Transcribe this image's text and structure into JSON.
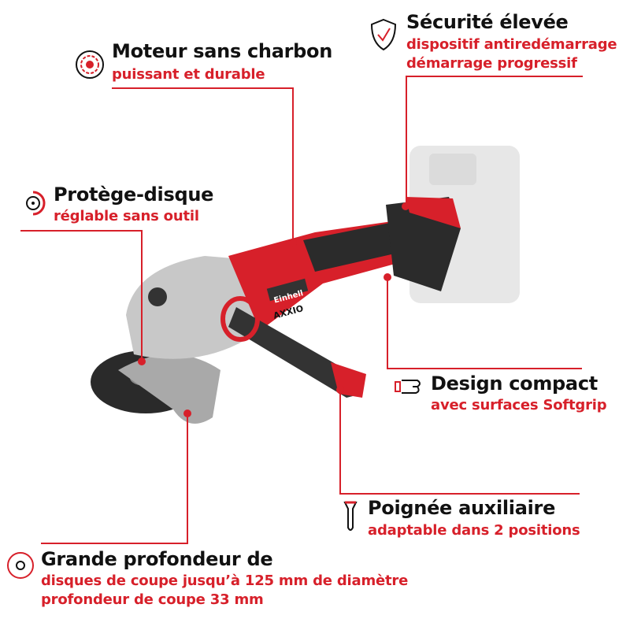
{
  "brand_colors": {
    "accent": "#d7202a",
    "text": "#111111"
  },
  "product": {
    "brand_label": "Einhell",
    "series_label": "AXXIO"
  },
  "features": [
    {
      "title": "Moteur sans charbon",
      "lines": [
        "puissant et durable"
      ],
      "icon": "brushless-motor-icon"
    },
    {
      "title": "Sécurité élevée",
      "lines": [
        "dispositif antiredémarrage",
        "démarrage progressif"
      ],
      "icon": "shield-check-icon"
    },
    {
      "title": "Protège-disque",
      "lines": [
        "réglable sans outil"
      ],
      "icon": "disc-guard-icon"
    },
    {
      "title": "Design compact",
      "lines": [
        "avec surfaces Softgrip"
      ],
      "icon": "hand-grip-icon"
    },
    {
      "title": "Poignée auxiliaire",
      "lines": [
        "adaptable dans 2 positions"
      ],
      "icon": "side-handle-icon"
    },
    {
      "title": "Grande profondeur de",
      "lines": [
        "disques de coupe jusqu’à 125 mm de diamètre",
        "profondeur de coupe 33 mm"
      ],
      "icon": "cutting-disc-icon"
    }
  ]
}
